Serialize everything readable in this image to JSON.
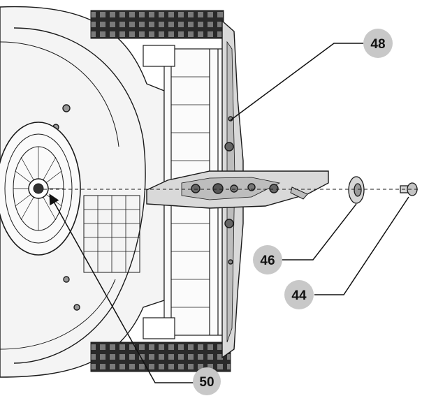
{
  "callouts": [
    {
      "id": "48",
      "label": "48"
    },
    {
      "id": "46",
      "label": "46"
    },
    {
      "id": "44",
      "label": "44"
    },
    {
      "id": "50",
      "label": "50"
    }
  ],
  "colors": {
    "line": "#1a1a1a",
    "part_fill": "#d9d9d9",
    "part_dark": "#bdbdbd",
    "badge": "#c8c8c8",
    "background": "#ffffff"
  }
}
